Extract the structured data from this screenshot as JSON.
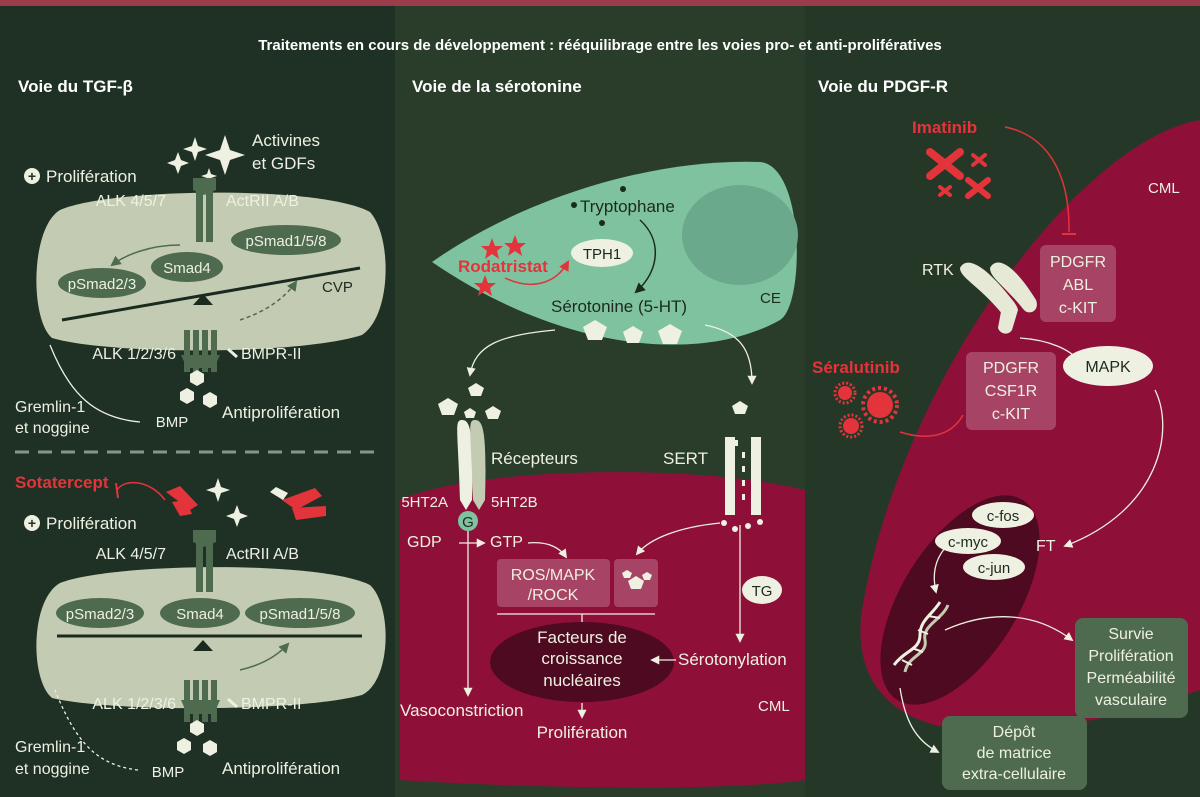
{
  "title": "Traitements en cours de développement : rééquilibrage entre les voies pro- et anti-prolifératives",
  "colors": {
    "bg_left": "#1e3124",
    "bg_mid": "#2a3d2b",
    "bg_right": "#253828",
    "cream": "#eef0e2",
    "sage": "#c3ccb2",
    "dark_green": "#4f6b4f",
    "teal": "#7fc2a0",
    "crimson": "#8e1039",
    "dark_crimson": "#4d0a20",
    "red": "#e2343a",
    "top_bar": "#9c3c4a"
  },
  "tgf": {
    "heading": "Voie du TGF-β",
    "top": {
      "proliferation": "Prolifération",
      "ligands": [
        "Activines",
        "et GDFs"
      ],
      "alk_top": "ALK 4/5/7",
      "actrii": "ActRII A/B",
      "psmad158": "pSmad1/5/8",
      "smad4": "Smad4",
      "psmad23": "pSmad2/3",
      "cell": "CVP",
      "alk_bottom": "ALK 1/2/3/6",
      "bmpr": "BMPR-II",
      "gremlin": [
        "Gremlin-1",
        "et noggine"
      ],
      "bmp": "BMP",
      "antiprolif": "Antiprolifération"
    },
    "bottom": {
      "drug": "Sotatercept",
      "proliferation": "Prolifération",
      "alk_top": "ALK 4/5/7",
      "actrii": "ActRII A/B",
      "psmad23": "pSmad2/3",
      "smad4": "Smad4",
      "psmad158": "pSmad1/5/8",
      "alk_bottom": "ALK 1/2/3/6",
      "bmpr": "BMPR-II",
      "gremlin": [
        "Gremlin-1",
        "et noggine"
      ],
      "bmp": "BMP",
      "antiprolif": "Antiprolifération"
    }
  },
  "serotonin": {
    "heading": "Voie de la sérotonine",
    "tryptophane": "Tryptophane",
    "tph1": "TPH1",
    "drug": "Rodatristat",
    "serotonine": "Sérotonine (5-HT)",
    "ce": "CE",
    "receptors": "Récepteurs",
    "sert": "SERT",
    "r2a": "5HT2A",
    "r2b": "5HT2B",
    "g": "G",
    "gdp": "GDP",
    "gtp": "GTP",
    "ros": [
      "ROS/MAPK",
      "/ROCK"
    ],
    "tg": "TG",
    "facteurs": [
      "Facteurs de",
      "croissance",
      "nucléaires"
    ],
    "serotonylation": "Sérotonylation",
    "vasoconstriction": "Vasoconstriction",
    "proliferation": "Prolifération",
    "cml": "CML"
  },
  "pdgf": {
    "heading": "Voie du PDGF-R",
    "drug1": "Imatinib",
    "cml": "CML",
    "targets1": [
      "PDGFR",
      "ABL",
      "c-KIT"
    ],
    "rtk": "RTK",
    "drug2": "Séralutinib",
    "targets2": [
      "PDGFR",
      "CSF1R",
      "c-KIT"
    ],
    "mapk": "MAPK",
    "tf": [
      "c-fos",
      "c-myc",
      "c-jun"
    ],
    "ft": "FT",
    "outcome1": [
      "Survie",
      "Prolifération",
      "Perméabilité",
      "vasculaire"
    ],
    "outcome2": [
      "Dépôt",
      "de matrice",
      "extra-cellulaire"
    ]
  }
}
